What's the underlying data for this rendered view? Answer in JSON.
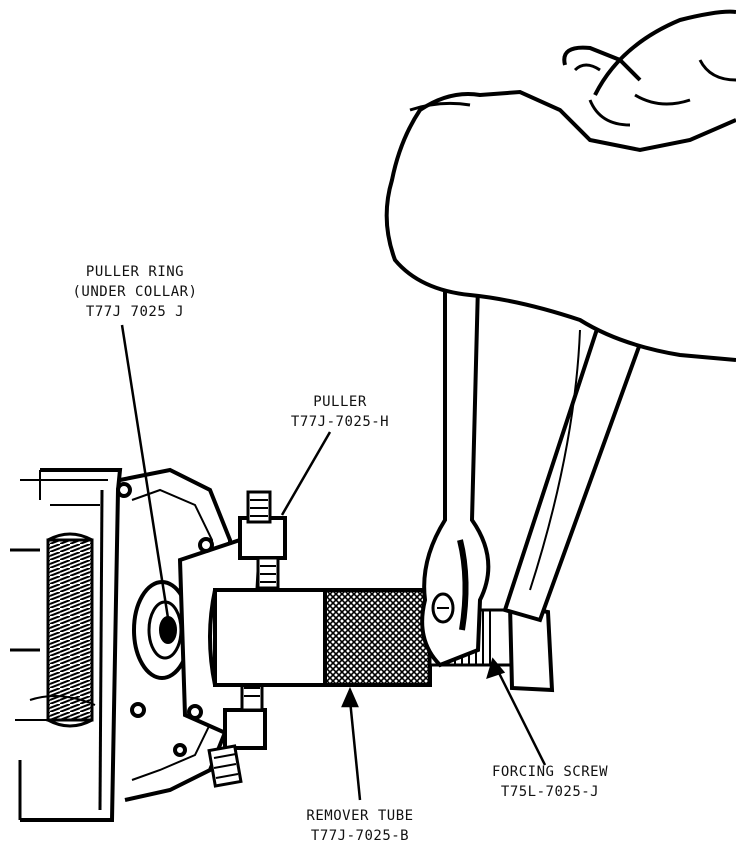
{
  "labels": {
    "puller_ring": {
      "line1": "PULLER RING",
      "line2": "(UNDER COLLAR)",
      "line3": "T77J 7025 J"
    },
    "puller": {
      "line1": "PULLER",
      "line2": "T77J-7025-H"
    },
    "forcing_screw": {
      "line1": "FORCING SCREW",
      "line2": "T75L-7025-J"
    },
    "remover_tube": {
      "line1": "REMOVER TUBE",
      "line2": "T77J-7025-B"
    }
  }
}
